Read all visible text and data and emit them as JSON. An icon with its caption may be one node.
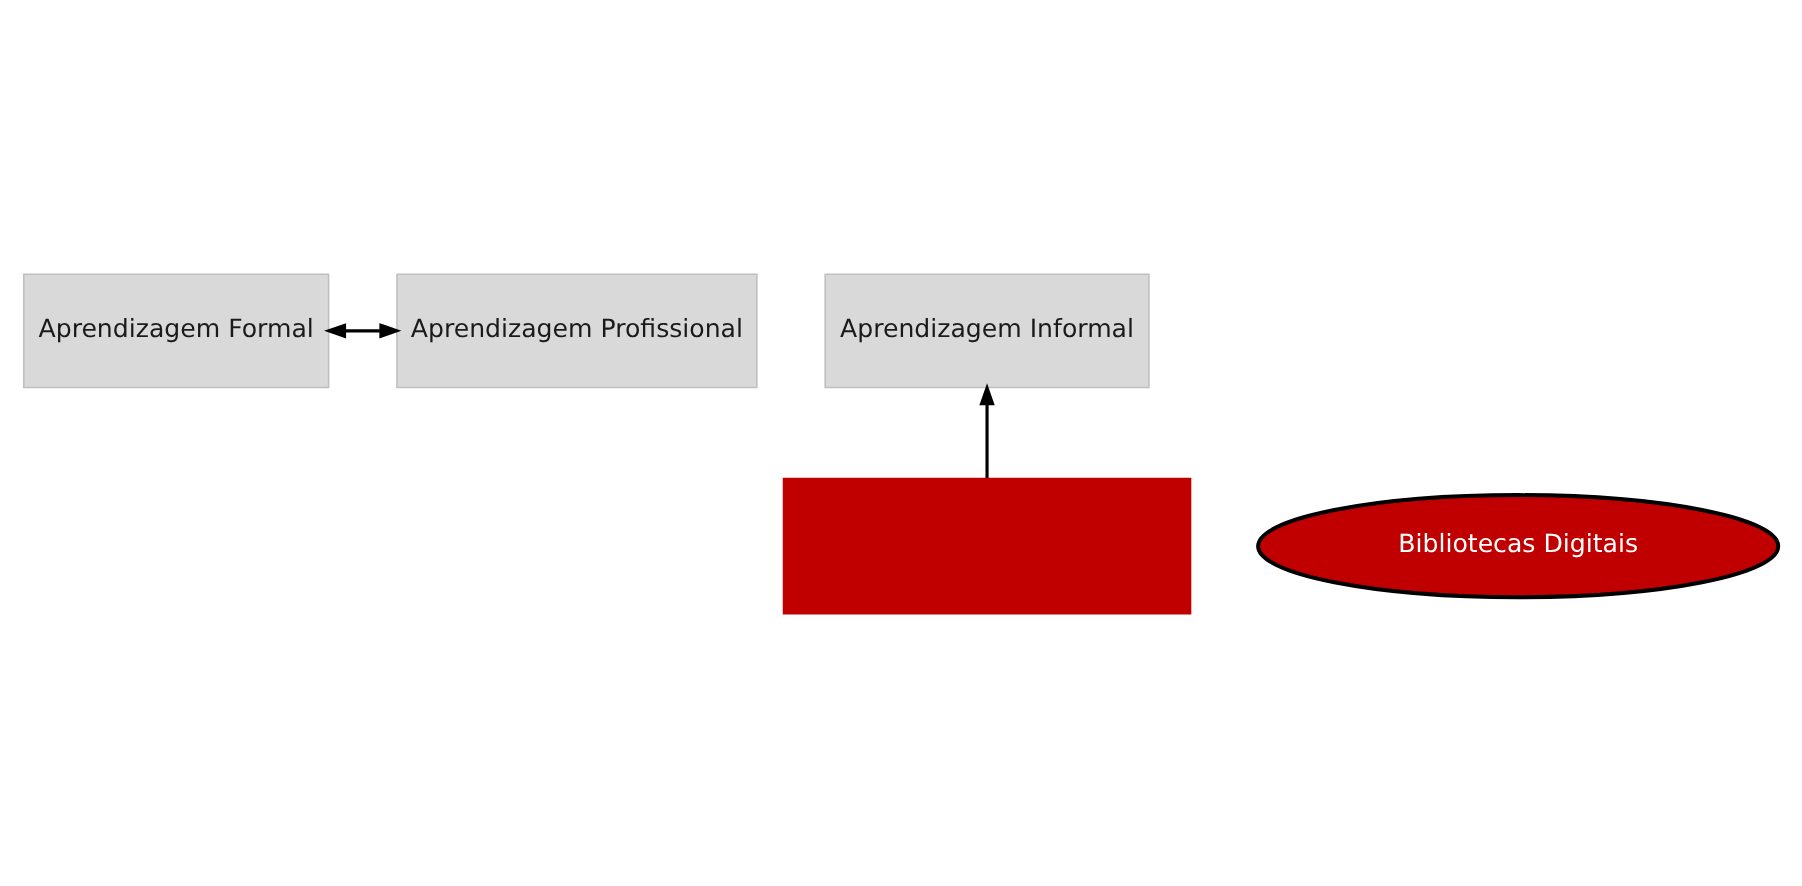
{
  "diagram": {
    "nodes": [
      {
        "text": [
          "Aprendizagem Informal"
        ]
      },
      {
        "text": [
          "Aprendizagem Formal"
        ]
      },
      {
        "text": [
          "Aprendizagem Profissional"
        ]
      },
      {
        "text": [],
        "shape": "box"
      },
      {
        "text": [
          "Bibliotecas Digitais"
        ]
      }
    ],
    "edges": [
      {
        "from": 3,
        "to": 0,
        "arrow": "to"
      },
      {
        "from": 1,
        "to": 2,
        "arrow": "both"
      }
    ]
  }
}
